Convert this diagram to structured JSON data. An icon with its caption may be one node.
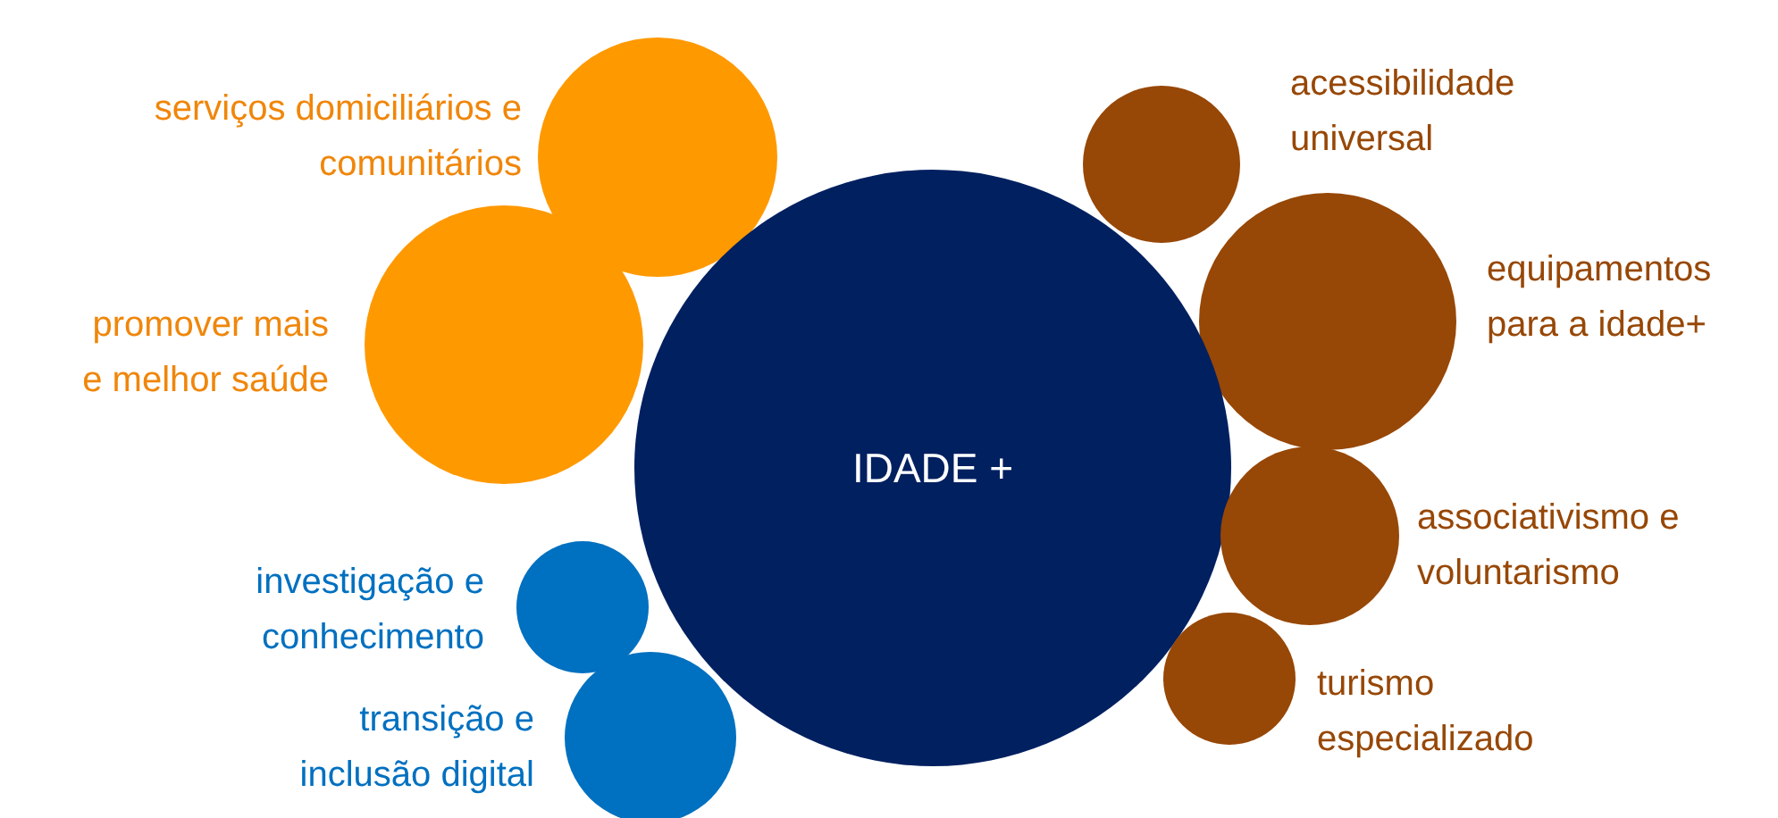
{
  "diagram": {
    "nodes": [
      {
        "text": [],
        "shape": "circle",
        "beside": [
          "serviços domiciliários e comunitários"
        ]
      },
      {
        "text": [],
        "shape": "circle",
        "beside": [
          "acessibilidade universal"
        ]
      },
      {
        "text": [],
        "shape": "circle",
        "beside": [
          "equipamentos para a idade+"
        ]
      },
      {
        "text": [],
        "shape": "circle",
        "beside": [
          "promover mais e melhor saúde"
        ]
      },
      {
        "text": [
          "IDADE +"
        ]
      },
      {
        "text": [],
        "shape": "circle",
        "beside": [
          "associativismo e voluntarismo"
        ]
      },
      {
        "text": [],
        "shape": "circle",
        "beside": [
          "investigação e conhecimento"
        ]
      },
      {
        "text": [],
        "shape": "circle",
        "beside": [
          "turismo especializado"
        ]
      },
      {
        "text": [],
        "shape": "circle",
        "beside": [
          "transição e inclusão digital"
        ]
      }
    ]
  }
}
